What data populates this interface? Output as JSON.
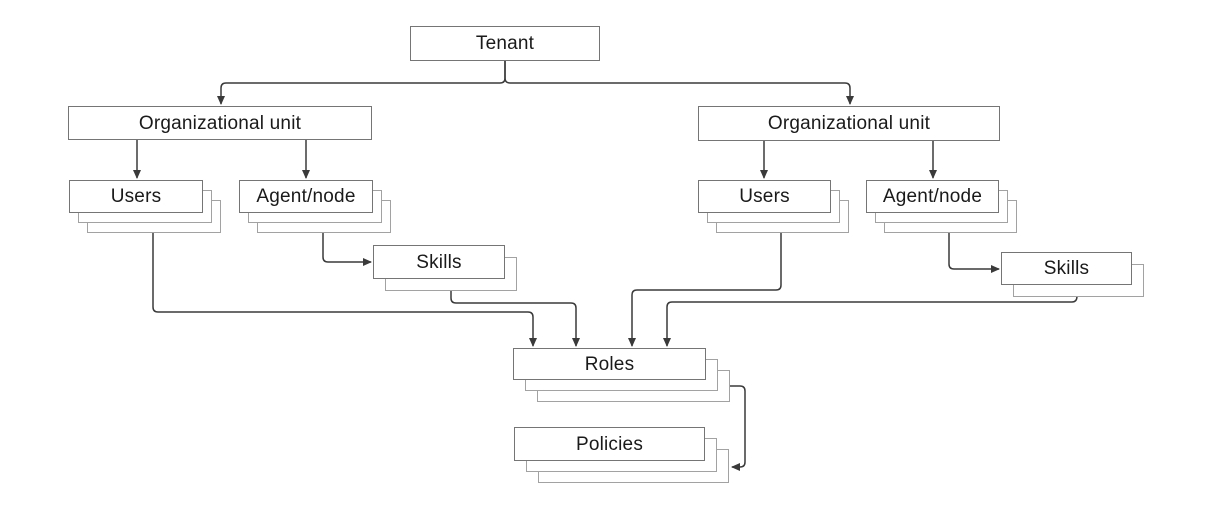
{
  "diagram": {
    "type": "hierarchy",
    "background_color": "#ffffff",
    "connector_color": "#3a3a3a",
    "box_border_color": "#757575",
    "stack_shadow_border_color": "#a2a2a2",
    "text_color": "#1a1a1a",
    "nodes": {
      "tenant": {
        "label": "Tenant",
        "stack_count": 1
      },
      "org_left": {
        "label": "Organizational unit",
        "stack_count": 1
      },
      "org_right": {
        "label": "Organizational unit",
        "stack_count": 1
      },
      "users_left": {
        "label": "Users",
        "stack_count": 3
      },
      "agent_left": {
        "label": "Agent/node",
        "stack_count": 3
      },
      "skills_left": {
        "label": "Skills",
        "stack_count": 2
      },
      "users_right": {
        "label": "Users",
        "stack_count": 3
      },
      "agent_right": {
        "label": "Agent/node",
        "stack_count": 3
      },
      "skills_right": {
        "label": "Skills",
        "stack_count": 2
      },
      "roles": {
        "label": "Roles",
        "stack_count": 3
      },
      "policies": {
        "label": "Policies",
        "stack_count": 3
      }
    },
    "edges": [
      {
        "from": "tenant",
        "to": "org_left"
      },
      {
        "from": "tenant",
        "to": "org_right"
      },
      {
        "from": "org_left",
        "to": "users_left"
      },
      {
        "from": "org_left",
        "to": "agent_left"
      },
      {
        "from": "agent_left",
        "to": "skills_left"
      },
      {
        "from": "org_right",
        "to": "users_right"
      },
      {
        "from": "org_right",
        "to": "agent_right"
      },
      {
        "from": "agent_right",
        "to": "skills_right"
      },
      {
        "from": "users_left",
        "to": "roles"
      },
      {
        "from": "skills_left",
        "to": "roles"
      },
      {
        "from": "users_right",
        "to": "roles"
      },
      {
        "from": "skills_right",
        "to": "roles"
      },
      {
        "from": "roles",
        "to": "policies"
      }
    ]
  }
}
